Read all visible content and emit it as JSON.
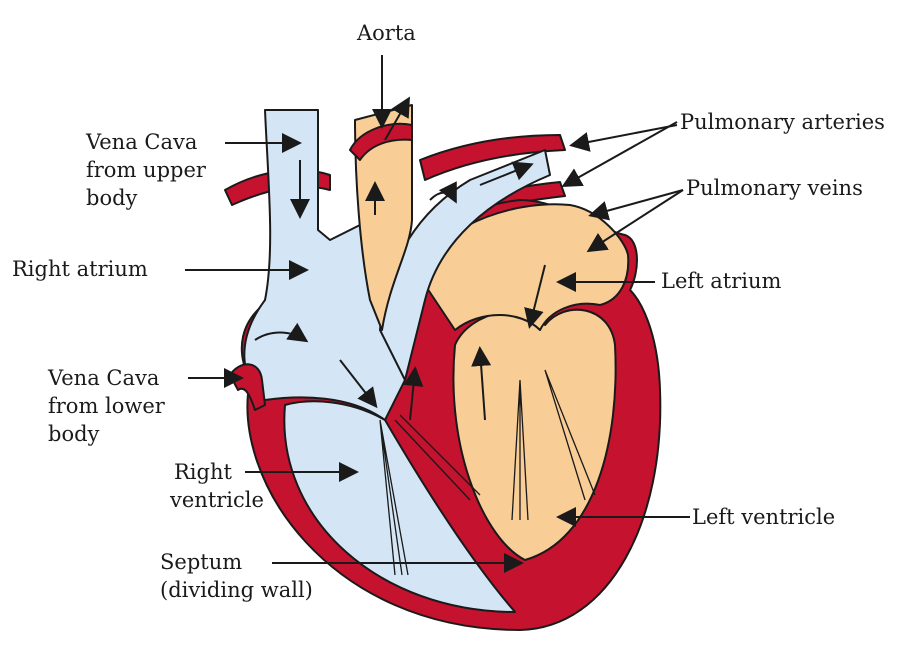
{
  "labels": {
    "aorta": "Aorta",
    "vena_cava_upper": [
      "Vena Cava",
      "from upper",
      "body"
    ],
    "pulmonary_arteries": "Pulmonary arteries",
    "pulmonary_veins": "Pulmonary veins",
    "right_atrium": "Right atrium",
    "left_atrium": "Left atrium",
    "vena_cava_lower": [
      "Vena Cava",
      "from lower",
      "body"
    ],
    "right_ventricle": [
      "Right",
      "ventricle"
    ],
    "left_ventricle": "Left ventricle",
    "septum": [
      "Septum",
      "(dividing wall)"
    ]
  },
  "colors": {
    "muscle": "#c4122f",
    "deoxygenated": "#d4e6f5",
    "oxygenated": "#f8cd96",
    "outline": "#1a1a1a"
  }
}
